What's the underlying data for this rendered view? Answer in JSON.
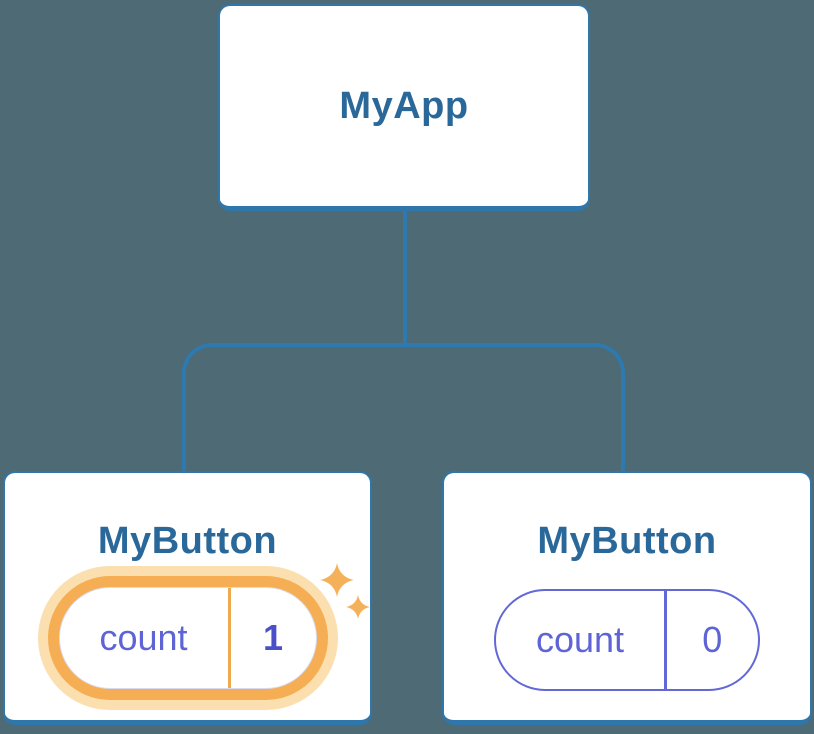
{
  "tree": {
    "root": {
      "label": "MyApp"
    },
    "left_child": {
      "label": "MyButton",
      "state": {
        "key": "count",
        "value": "1"
      },
      "highlighted": true
    },
    "right_child": {
      "label": "MyButton",
      "state": {
        "key": "count",
        "value": "0"
      },
      "highlighted": false
    }
  },
  "icons": {
    "sparkles": "four-point-sparkle-stars"
  },
  "colors": {
    "background": "#4D6A75",
    "card_fill": "#FFFFFF",
    "card_border": "#2F76AB",
    "connector": "#2E79B0",
    "node_label_text": "#2B689A",
    "state_purple": "#6268D6",
    "state_value_highlight": "#4A51C8",
    "highlight_ring": "#F6AE54",
    "highlight_halo": "#FBDFAF",
    "highlight_divider": "#EFA94F",
    "sparkle": "#F5B159"
  }
}
